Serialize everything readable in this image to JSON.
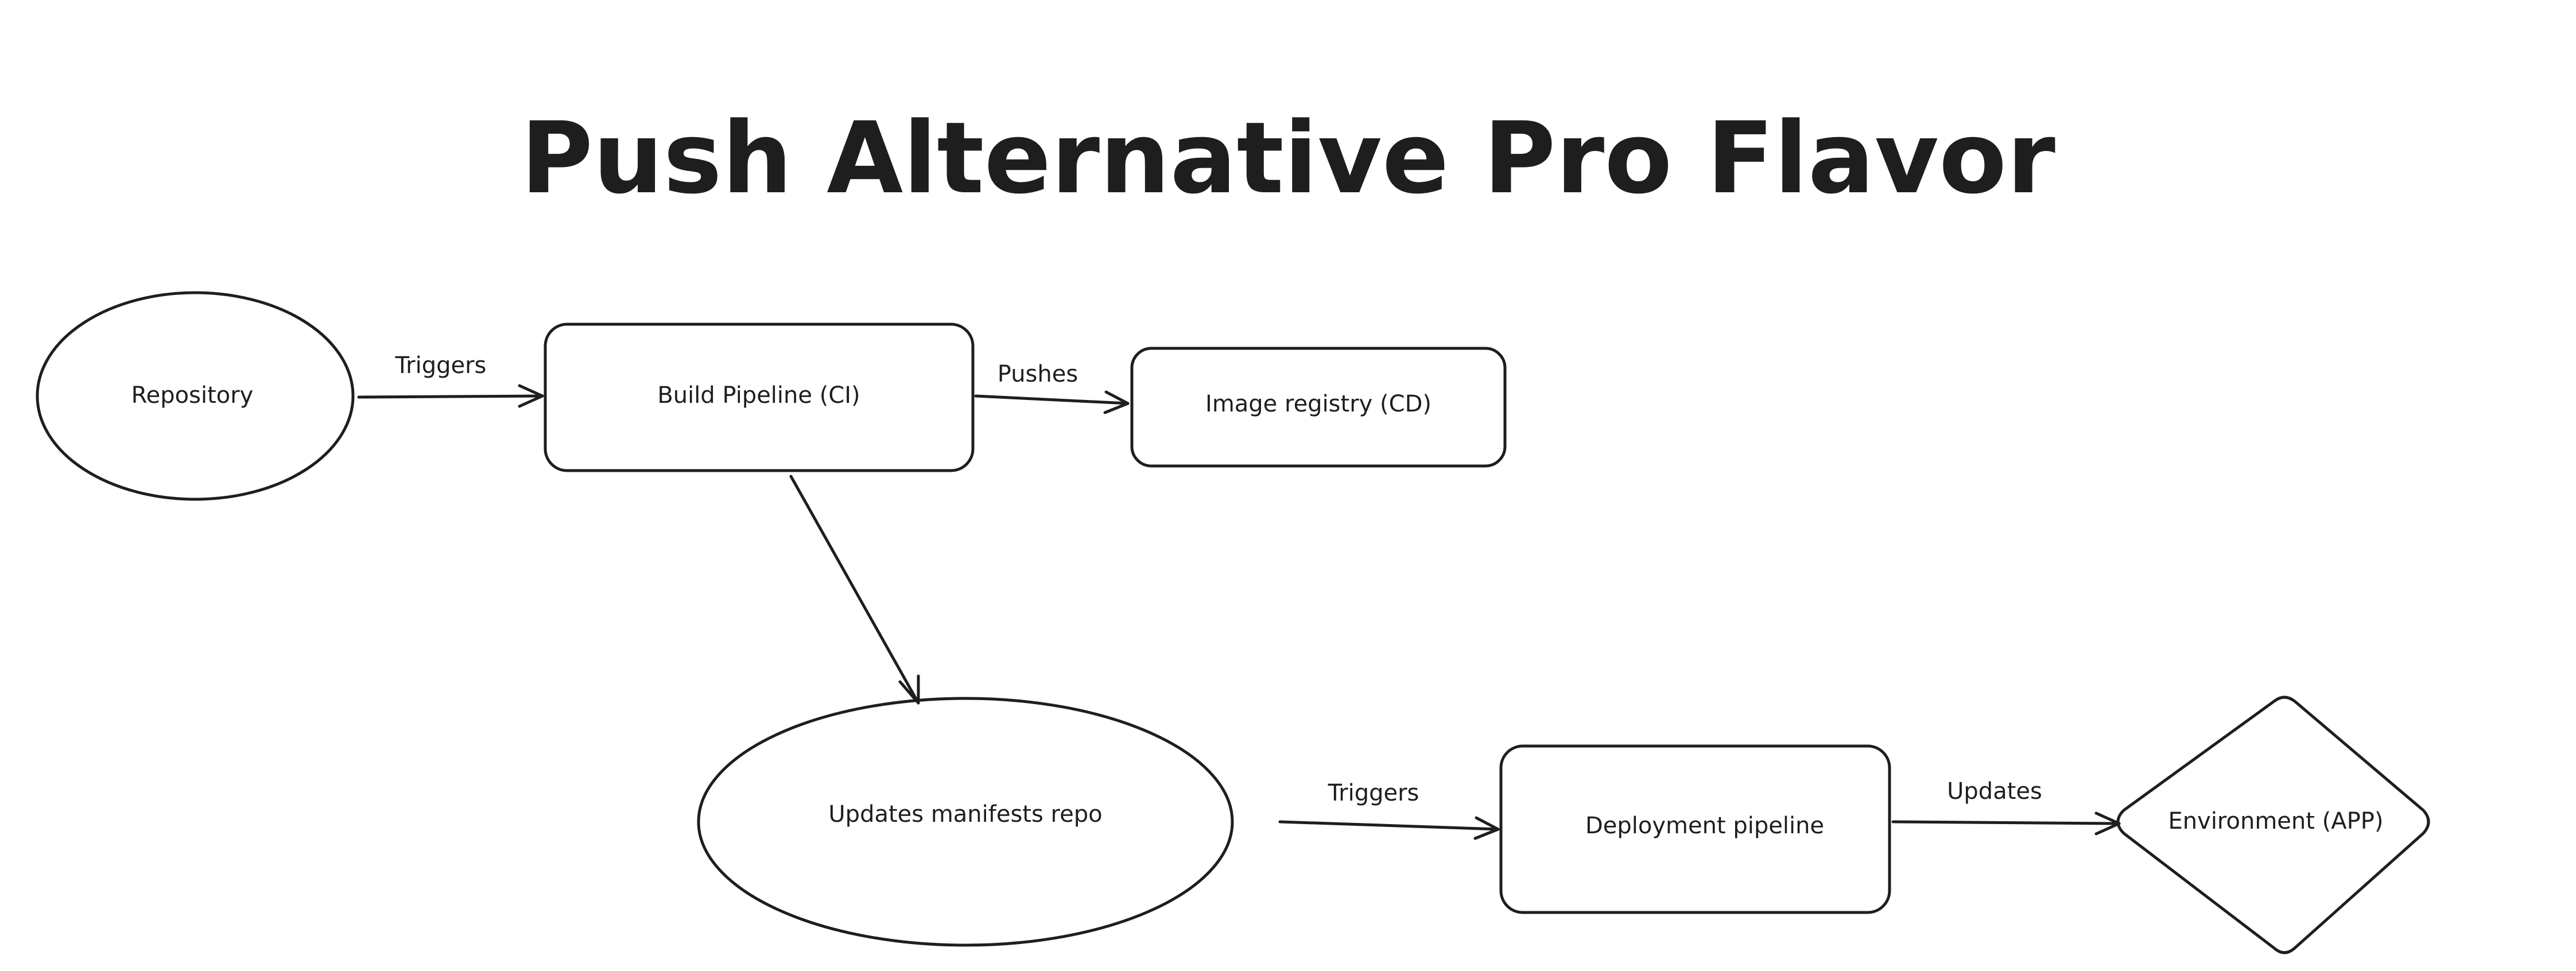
{
  "diagram": {
    "title": "Push Alternative Pro Flavor",
    "nodes": {
      "repository": "Repository",
      "build_pipeline": "Build Pipeline (CI)",
      "image_registry": "Image registry (CD)",
      "manifests_repo": "Updates manifests repo",
      "deployment_pipeline": "Deployment pipeline",
      "environment": "Environment (APP)"
    },
    "edges": {
      "repo_to_build": "Triggers",
      "build_to_registry": "Pushes",
      "manifests_to_deploy": "Triggers",
      "deploy_to_env": "Updates"
    },
    "colors": {
      "stroke": "#1e1e1e",
      "background": "#ffffff"
    }
  }
}
